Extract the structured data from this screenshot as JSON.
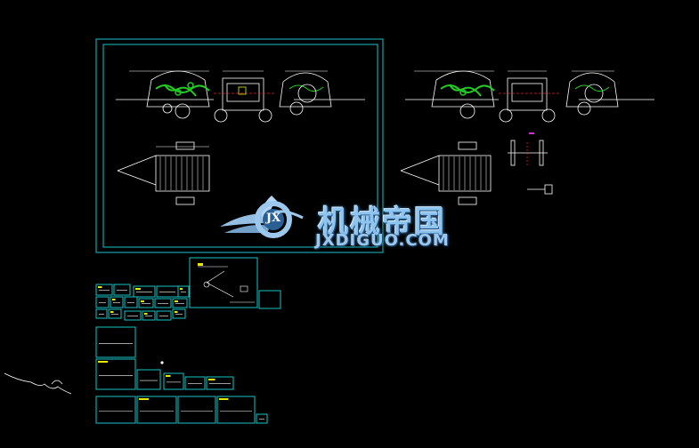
{
  "watermark": {
    "name_cn": "机械帝国",
    "site": "JXDIGUO.COM",
    "emblem_text": "JX",
    "icon": "gear-wings-logo-icon"
  },
  "colors": {
    "background": "#000000",
    "frame": "#18c4c4",
    "linework": "#ffffff",
    "centerline": "#e02020",
    "highlight": "#22cc22",
    "dimension": "#e8e800",
    "accent": "#cc33cc",
    "watermark": "#8fc4ee"
  }
}
